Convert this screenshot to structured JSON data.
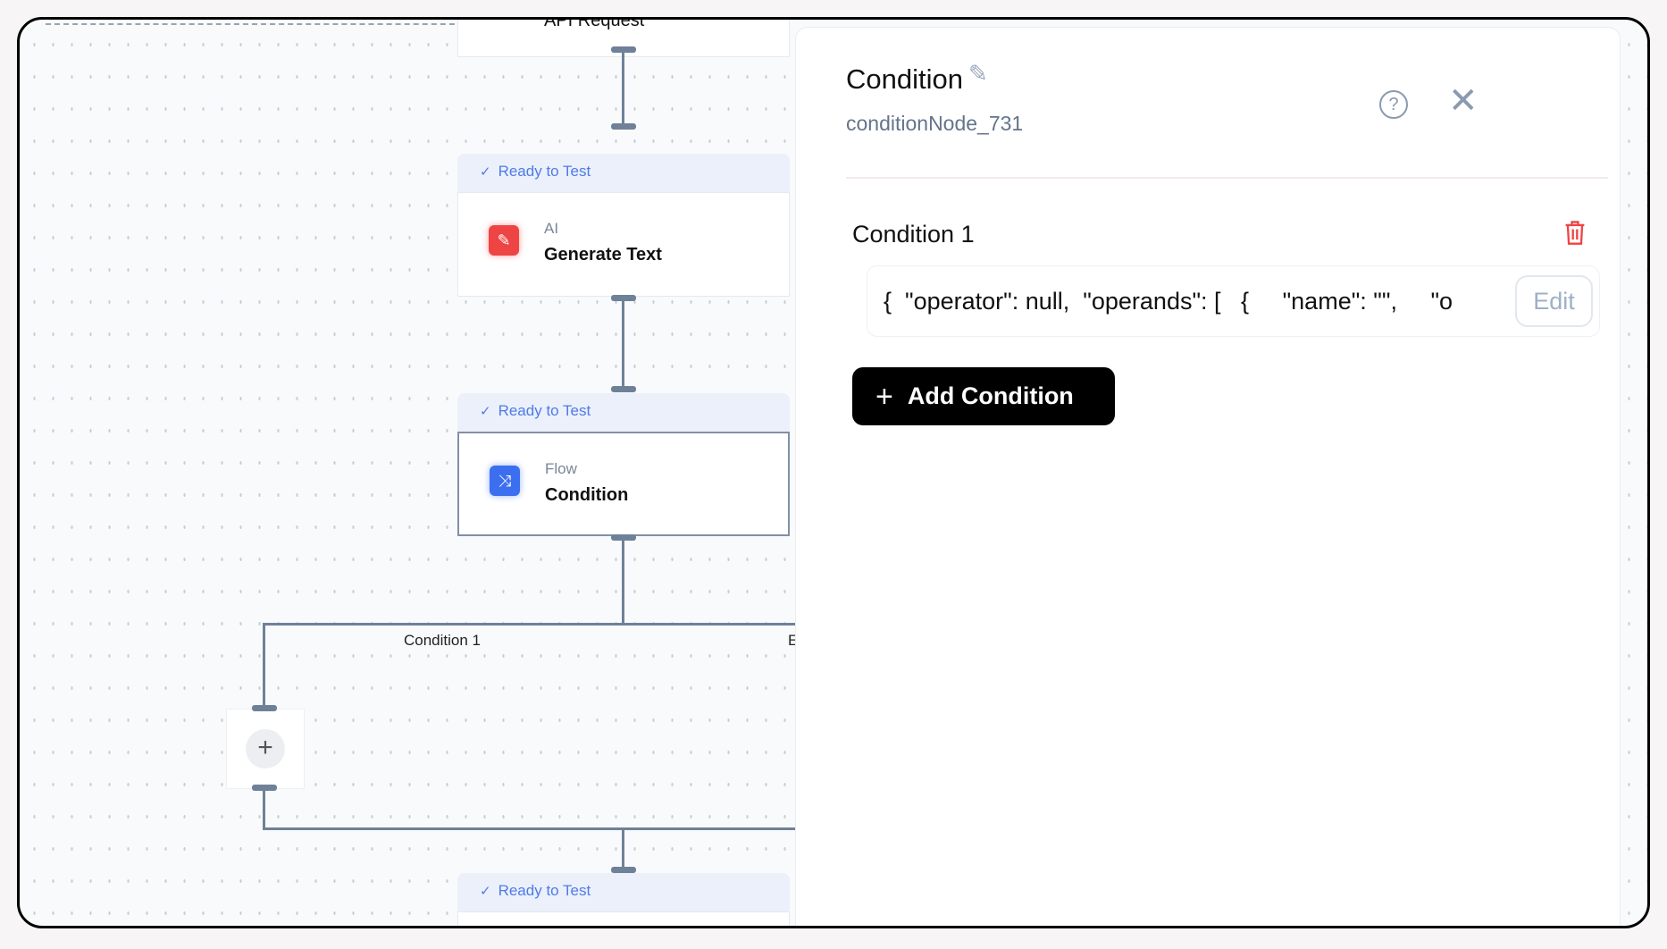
{
  "canvas": {
    "nodes": [
      {
        "title": "API Request"
      },
      {
        "status": "Ready to Test",
        "category": "AI",
        "title": "Generate Text",
        "icon": "clipboard-edit-icon",
        "color": "#ef4444"
      },
      {
        "status": "Ready to Test",
        "category": "Flow",
        "title": "Condition",
        "icon": "branch-icon",
        "color": "#3b6ff0"
      },
      {
        "status": "Ready to Test"
      }
    ],
    "branch_labels": [
      "Condition 1",
      "E"
    ],
    "add_step_icon": "plus-icon"
  },
  "panel": {
    "title": "Condition",
    "node_id": "conditionNode_731",
    "condition": {
      "label": "Condition 1",
      "expression": "{  \"operator\": null,  \"operands\": [   {     \"name\": \"\",     \"o",
      "edit_label": "Edit"
    },
    "add_condition_label": "Add Condition",
    "colors": {
      "delete": "#ef4444",
      "button_bg": "#000000"
    }
  }
}
